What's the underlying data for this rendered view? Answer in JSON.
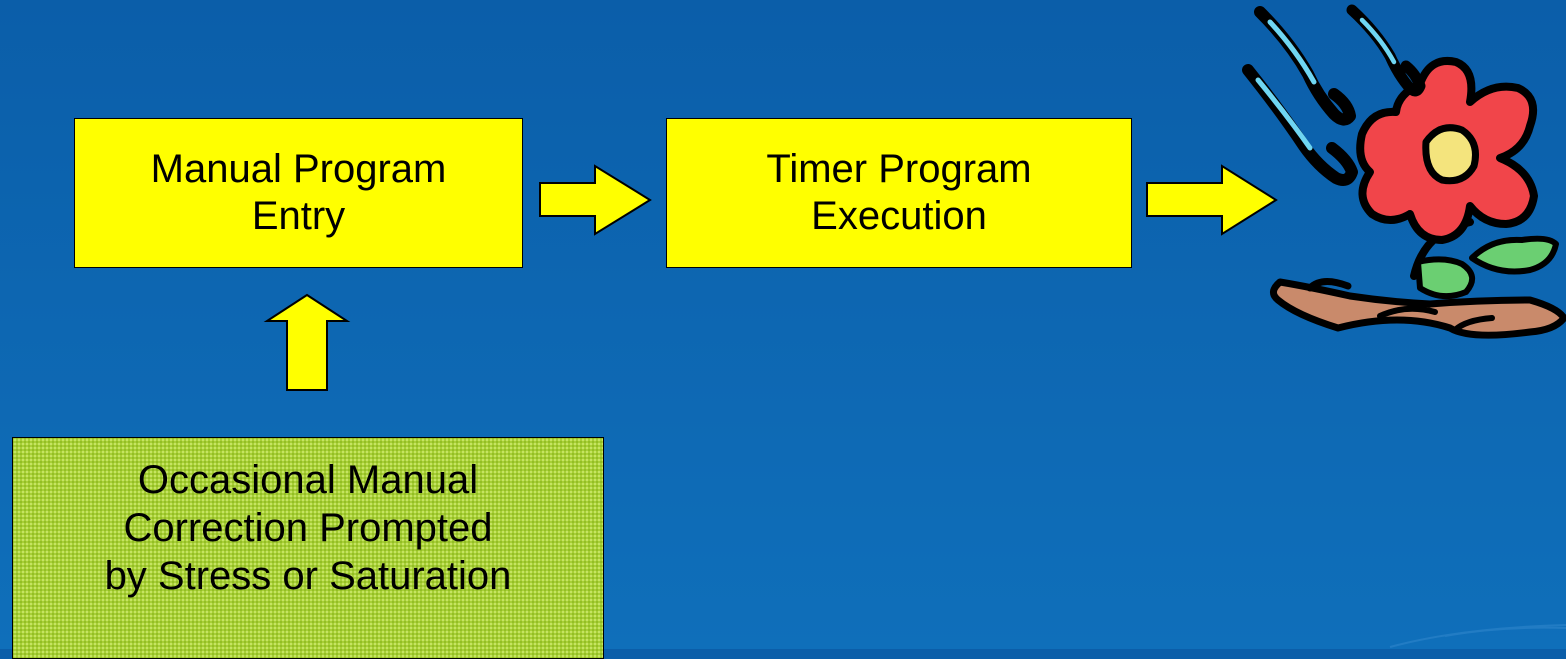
{
  "diagram": {
    "manual_entry": {
      "line1": "Manual Program",
      "line2": "Entry"
    },
    "timer_execution": {
      "line1": "Timer Program",
      "line2": "Execution"
    },
    "manual_correction": {
      "line1": "Occasional Manual",
      "line2": "Correction Prompted",
      "line3": "by Stress or Saturation"
    }
  },
  "colors": {
    "background": "#0d66b1",
    "process_box": "#ffff00",
    "correction_box": "#a8cf36",
    "arrow": "#ffff00",
    "outline": "#000000"
  },
  "icons": {
    "clipart": "watered-flower-icon"
  }
}
